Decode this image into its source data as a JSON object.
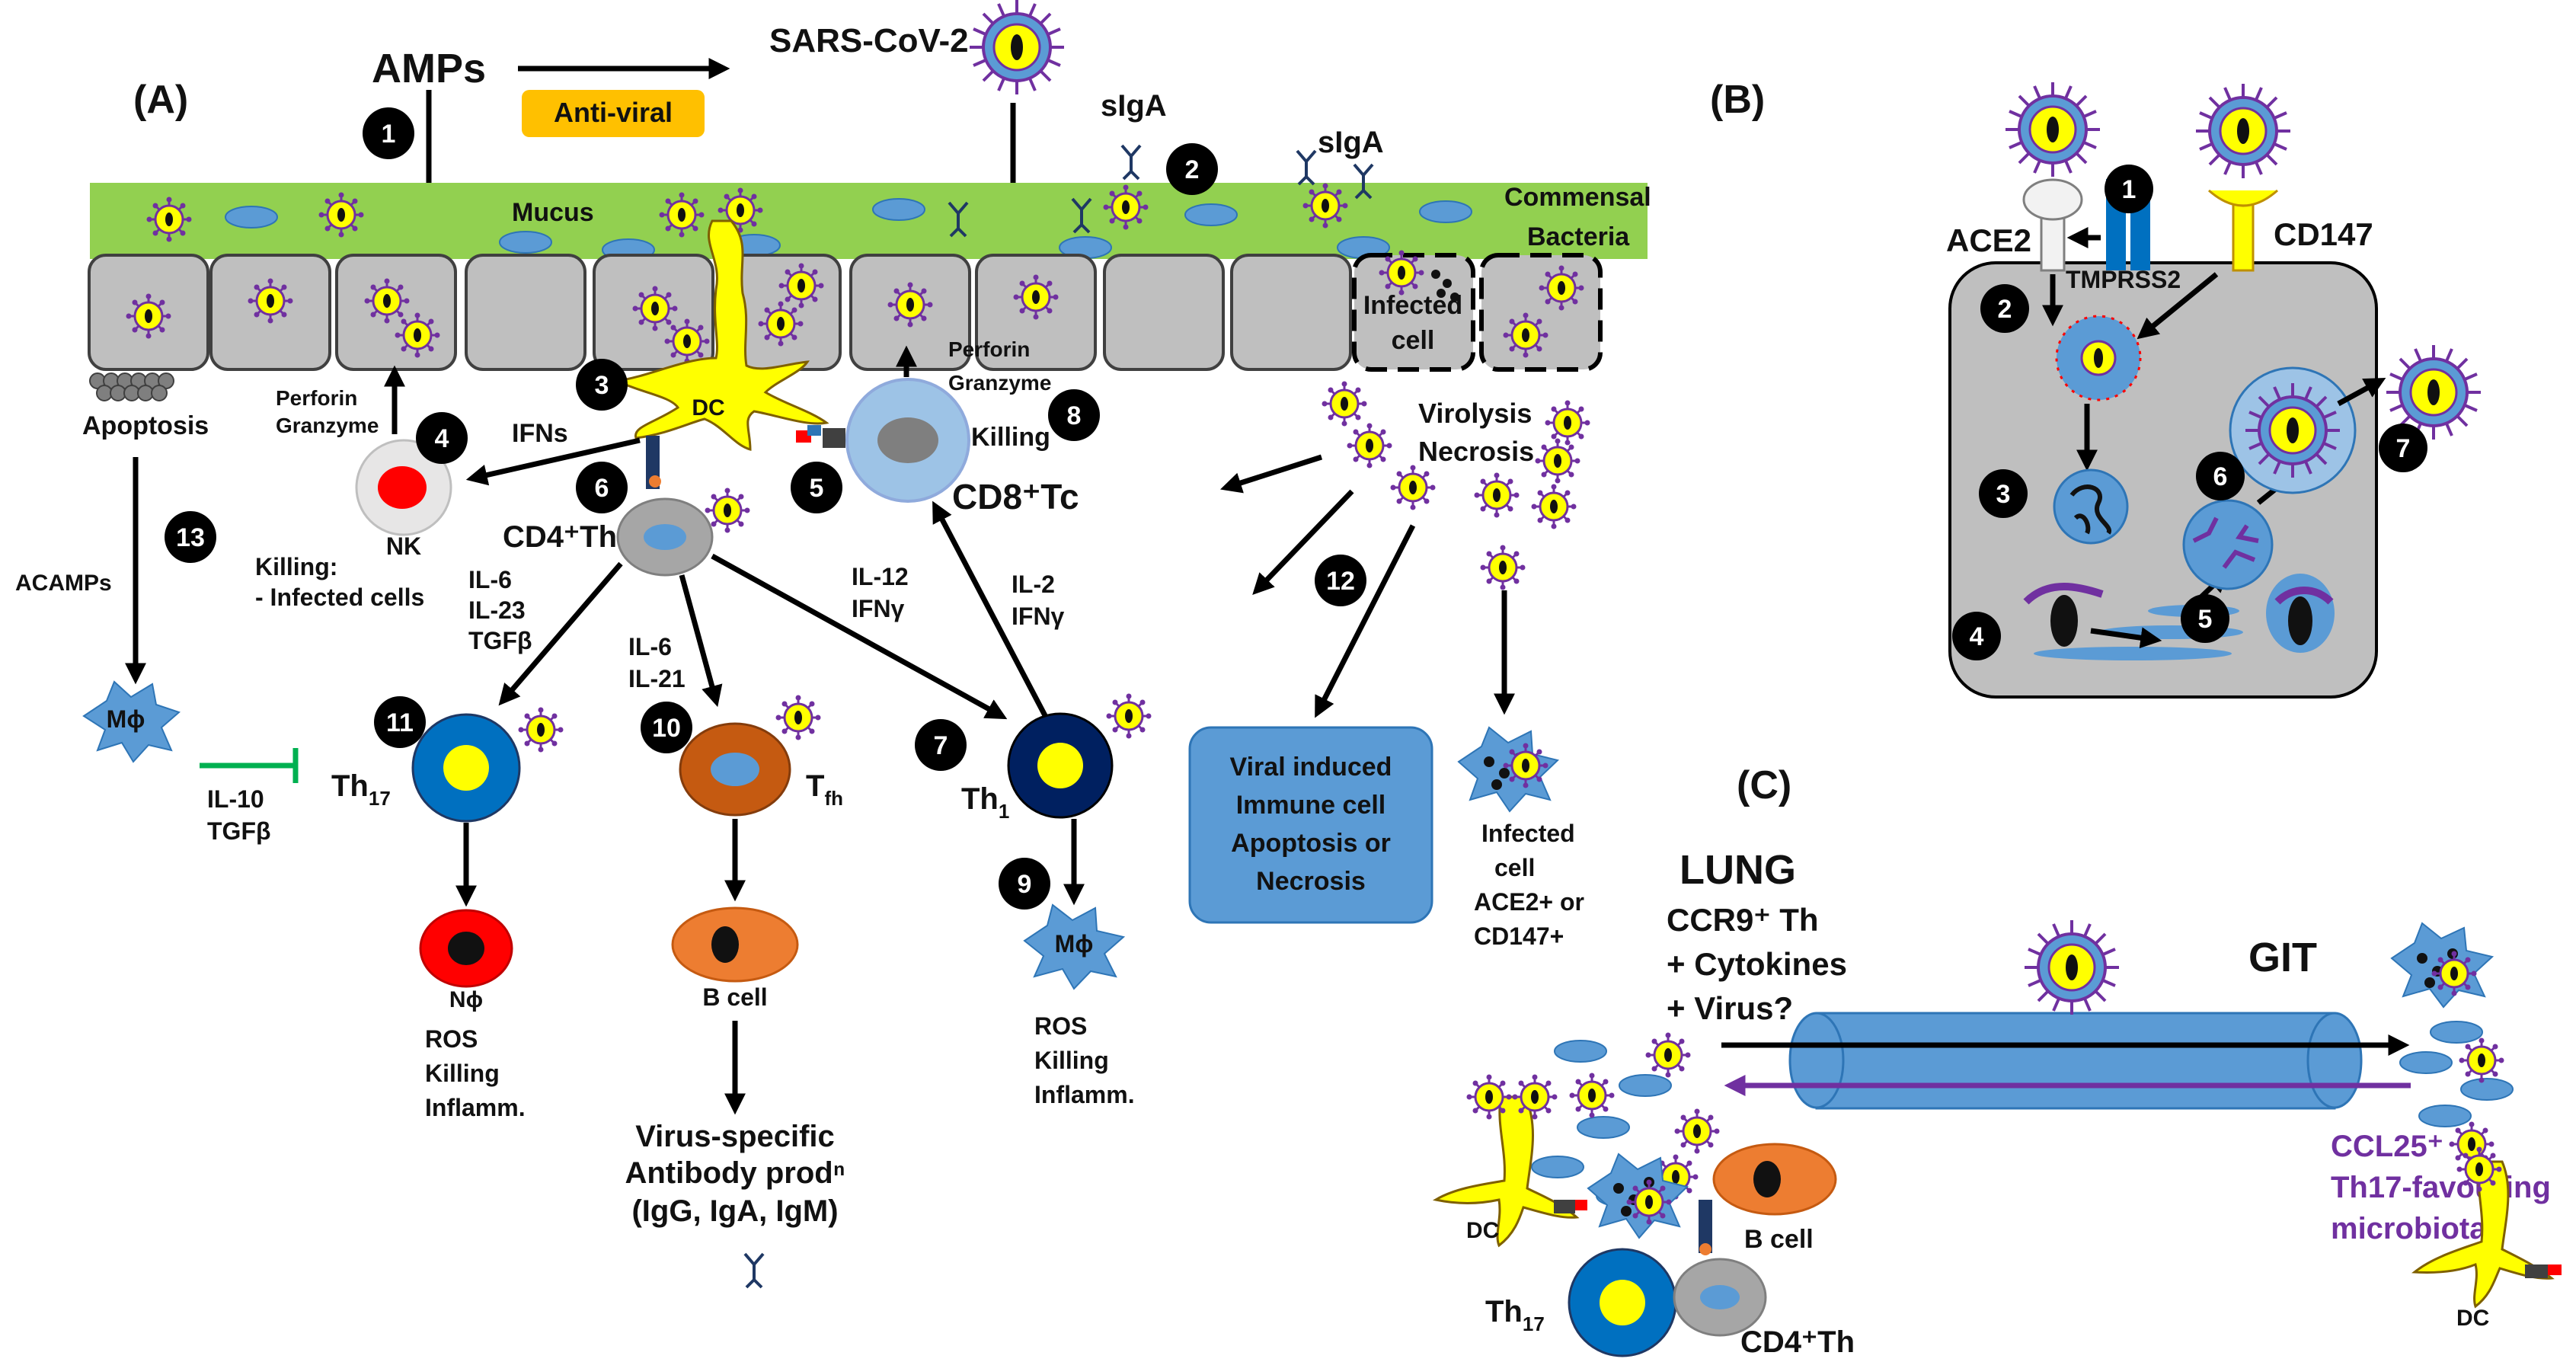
{
  "panels": {
    "a": "(A)",
    "b": "(B)",
    "c": "(C)"
  },
  "panelA": {
    "amps": "AMPs",
    "antiviral": "Anti-viral",
    "sarscov2": "SARS-CoV-2",
    "siga_1": "sIgA",
    "siga_2": "sIgA",
    "mucus": "Mucus",
    "commensal_1": "Commensal",
    "commensal_2": "Bacteria",
    "infected_1": "Infected",
    "infected_2": "cell",
    "apoptosis": "Apoptosis",
    "acamps": "ACAMPs",
    "perforin_nk_1": "Perforin",
    "perforin_nk_2": "Granzyme",
    "perforin_cd8_1": "Perforin",
    "perforin_cd8_2": "Granzyme",
    "dc": "DC",
    "nk": "NK",
    "ifns": "IFNs",
    "killing_nk_1": "Killing:",
    "killing_nk_2": "- Infected cells",
    "killing_cd8": "Killing",
    "cd8": "CD8⁺Tc",
    "cd4": "CD4⁺Th",
    "cyt_th17_1": "IL-6",
    "cyt_th17_2": "IL-23",
    "cyt_th17_3": "TGFβ",
    "cyt_tfh_1": "IL-6",
    "cyt_tfh_2": "IL-21",
    "cyt_th1_1": "IL-12",
    "cyt_th1_2": "IFNγ",
    "cyt_cd8_1": "IL-2",
    "cyt_cd8_2": "IFNγ",
    "virolysis": "Virolysis",
    "necrosis": "Necrosis",
    "mphi_left": "Mϕ",
    "il10_1": "IL-10",
    "il10_2": "TGFβ",
    "th17": "Th",
    "th17_sub": "17",
    "tfh": "T",
    "tfh_sub": "fh",
    "th1": "Th",
    "th1_sub": "1",
    "neut": "Nϕ",
    "bcell": "B cell",
    "mphi_th1": "Mϕ",
    "ros_n_1": "ROS",
    "ros_n_2": "Killing",
    "ros_n_3": "Inflamm.",
    "ros_m_1": "ROS",
    "ros_m_2": "Killing",
    "ros_m_3": "Inflamm.",
    "antibody_1": "Virus-specific",
    "antibody_2": "Antibody prodⁿ",
    "antibody_3": "(IgG, IgA, IgM)",
    "viral_box_1": "Viral induced",
    "viral_box_2": "Immune cell",
    "viral_box_3": "Apoptosis or",
    "viral_box_4": "Necrosis",
    "infcell_1": "Infected",
    "infcell_2": "cell",
    "infcell_3": "ACE2+ or",
    "infcell_4": "CD147+",
    "numbers": [
      "1",
      "2",
      "3",
      "4",
      "5",
      "6",
      "7",
      "8",
      "9",
      "10",
      "11",
      "12",
      "13"
    ]
  },
  "panelB": {
    "ace2": "ACE2",
    "tmprss2": "TMPRSS2",
    "cd147": "CD147",
    "numbers": [
      "1",
      "2",
      "3",
      "4",
      "5",
      "6",
      "7"
    ]
  },
  "panelC": {
    "lung": "LUNG",
    "ccr9_1": "CCR9⁺ Th",
    "ccr9_2": "+ Cytokines",
    "ccr9_3": "+ Virus?",
    "git": "GIT",
    "ccl25_1": "CCL25⁺",
    "ccl25_2": "Th17-favouring",
    "ccl25_3": "microbiota",
    "dc_left": "DC",
    "dc_right": "DC",
    "bcell": "B cell",
    "th17": "Th",
    "th17_sub": "17",
    "cd4": "CD4⁺Th"
  },
  "colors": {
    "mucus": "#92d050",
    "epithelium": "#bfbfbf",
    "dc": "#ffff00",
    "virus_core": "#ffff00",
    "virus_spike": "#7030a0",
    "bacteria": "#5b9bd5",
    "th17": "#0070c0",
    "tfh": "#c55a11",
    "th1": "#002060",
    "bcell": "#ed7d31",
    "neutrophil": "#ff0000",
    "antiviral": "#ffc000",
    "viral_box": "#5b9bd5",
    "il10_inhibit": "#00b050",
    "purple_arrow": "#7030a0"
  }
}
